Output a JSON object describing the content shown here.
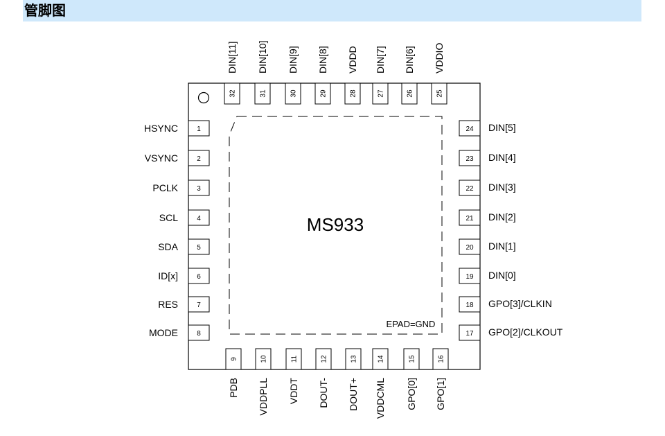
{
  "header": {
    "title": "管脚图"
  },
  "chip": {
    "name": "MS933",
    "epad_label": "EPAD=GND"
  },
  "pins": {
    "left": [
      {
        "num": "1",
        "label": "HSYNC"
      },
      {
        "num": "2",
        "label": "VSYNC"
      },
      {
        "num": "3",
        "label": "PCLK"
      },
      {
        "num": "4",
        "label": "SCL"
      },
      {
        "num": "5",
        "label": "SDA"
      },
      {
        "num": "6",
        "label": "ID[x]"
      },
      {
        "num": "7",
        "label": "RES"
      },
      {
        "num": "8",
        "label": "MODE"
      }
    ],
    "bottom": [
      {
        "num": "9",
        "label": "PDB"
      },
      {
        "num": "10",
        "label": "VDDPLL"
      },
      {
        "num": "11",
        "label": "VDDT"
      },
      {
        "num": "12",
        "label": "DOUT-"
      },
      {
        "num": "13",
        "label": "DOUT+"
      },
      {
        "num": "14",
        "label": "VDDCML"
      },
      {
        "num": "15",
        "label": "GPO[0]"
      },
      {
        "num": "16",
        "label": "GPO[1]"
      }
    ],
    "right": [
      {
        "num": "17",
        "label": "GPO[2]/CLKOUT"
      },
      {
        "num": "18",
        "label": "GPO[3]/CLKIN"
      },
      {
        "num": "19",
        "label": "DIN[0]"
      },
      {
        "num": "20",
        "label": "DIN[1]"
      },
      {
        "num": "21",
        "label": "DIN[2]"
      },
      {
        "num": "22",
        "label": "DIN[3]"
      },
      {
        "num": "23",
        "label": "DIN[4]"
      },
      {
        "num": "24",
        "label": "DIN[5]"
      }
    ],
    "top": [
      {
        "num": "25",
        "label": "VDDIO"
      },
      {
        "num": "26",
        "label": "DIN[6]"
      },
      {
        "num": "27",
        "label": "DIN[7]"
      },
      {
        "num": "28",
        "label": "VDDD"
      },
      {
        "num": "29",
        "label": "DIN[8]"
      },
      {
        "num": "30",
        "label": "DIN[9]"
      },
      {
        "num": "31",
        "label": "DIN[10]"
      },
      {
        "num": "32",
        "label": "DIN[11]"
      }
    ]
  }
}
